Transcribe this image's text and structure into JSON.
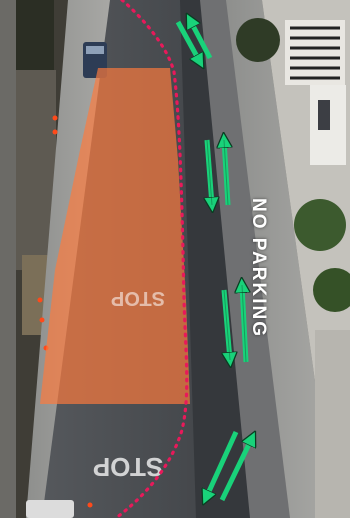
{
  "map": {
    "restriction_label": "NO PARKING",
    "pavement_markings": [
      "STOP",
      "STOP"
    ],
    "colors": {
      "closure_zone": "#ff7a3c",
      "boundary_line": "#e8195a",
      "traffic_arrows": "#19d27a",
      "asphalt": "#4a4d52",
      "sidewalk": "#9a9a98"
    },
    "icons": [
      "two-way-traffic-arrow-icon",
      "dotted-boundary-line"
    ]
  }
}
